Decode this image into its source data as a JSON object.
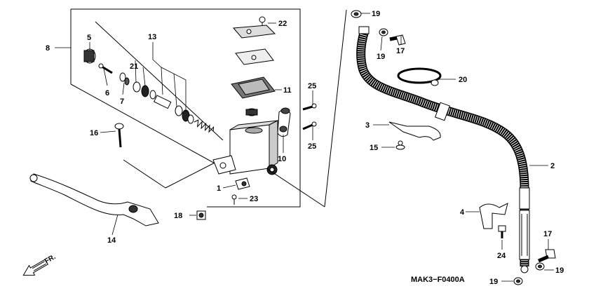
{
  "diagram": {
    "code": "MAK3−F0400A",
    "direction": "FR.",
    "callouts": {
      "c1": "1",
      "c2": "2",
      "c3": "3",
      "c4": "4",
      "c5": "5",
      "c6": "6",
      "c7": "7",
      "c8": "8",
      "c10": "10",
      "c11": "11",
      "c13": "13",
      "c14": "14",
      "c15": "15",
      "c16": "16",
      "c17a": "17",
      "c17b": "17",
      "c18": "18",
      "c19a": "19",
      "c19b": "19",
      "c19c": "19",
      "c19d": "19",
      "c20": "20",
      "c21": "21",
      "c22": "22",
      "c23": "23",
      "c24": "24",
      "c25a": "25",
      "c25b": "25"
    }
  }
}
